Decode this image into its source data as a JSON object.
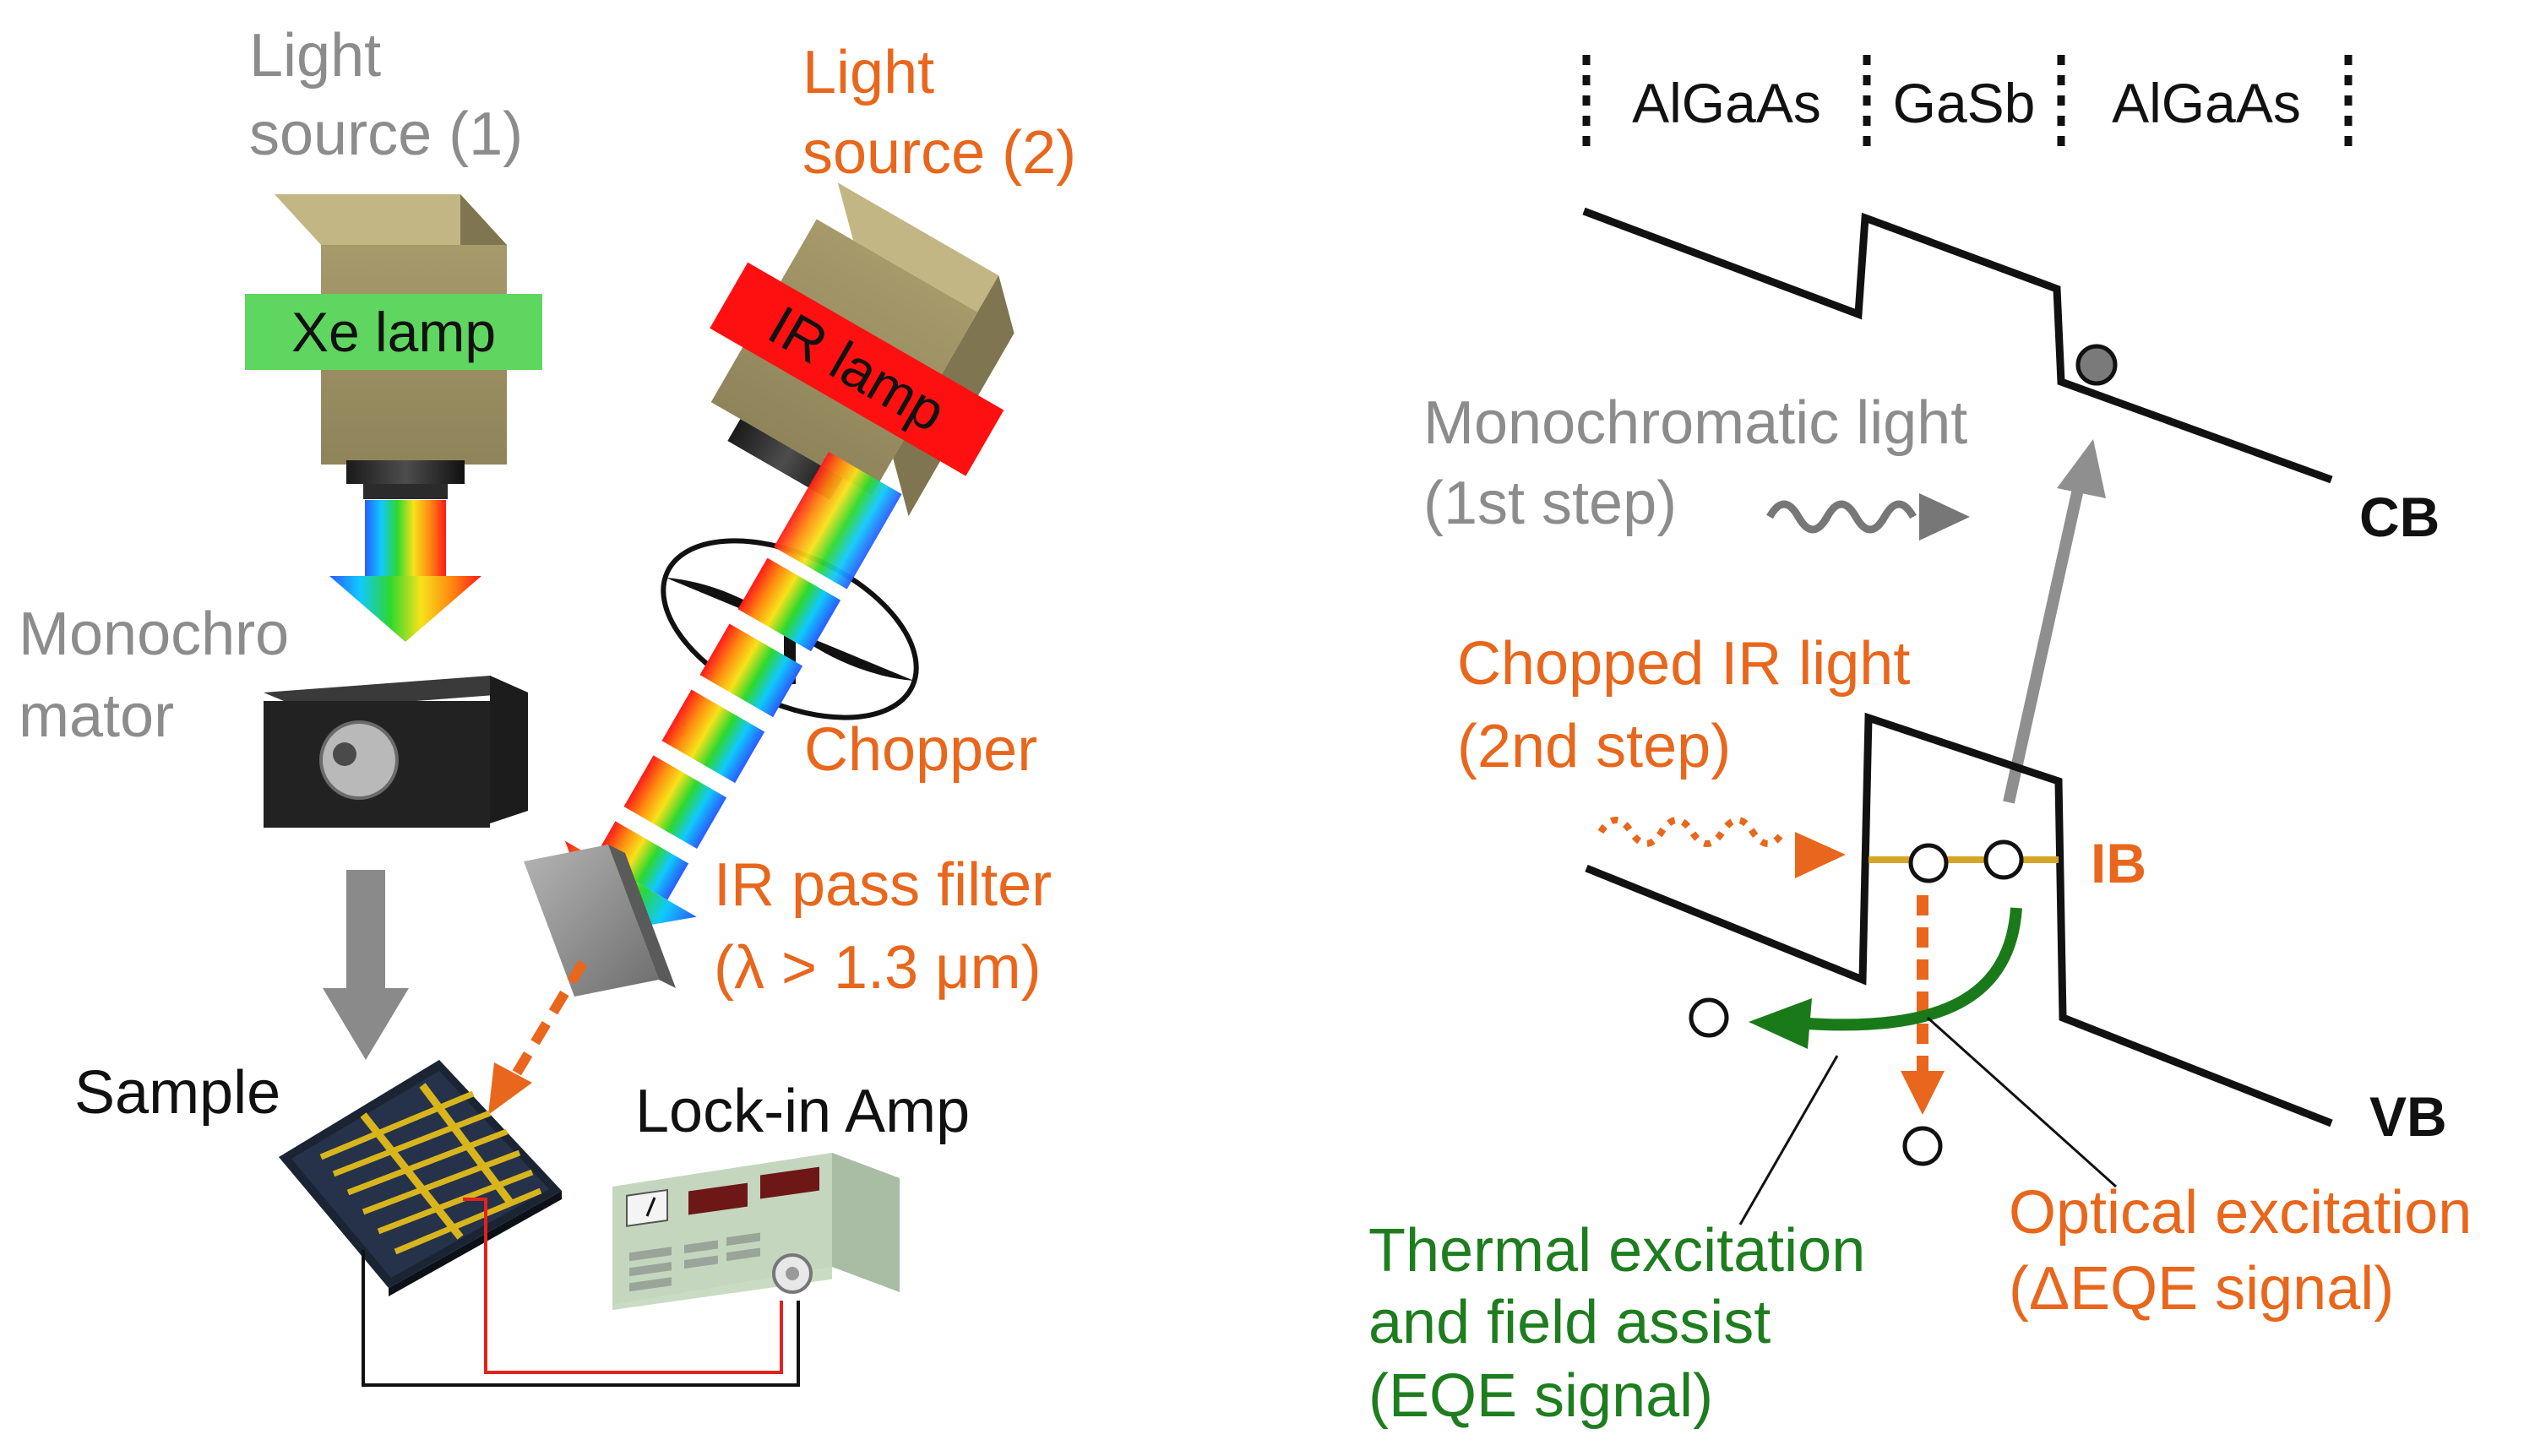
{
  "left_panel": {
    "light_source_1": [
      "Light",
      "source (1)"
    ],
    "light_source_2": [
      "Light",
      "source (2)"
    ],
    "xe_lamp": "Xe lamp",
    "ir_lamp": "IR lamp",
    "monochromator": [
      "Monochro",
      "mator"
    ],
    "chopper": "Chopper",
    "ir_pass_filter": [
      "IR pass filter",
      "(λ > 1.3 μm)"
    ],
    "sample": "Sample",
    "lock_in_amp": "Lock-in Amp"
  },
  "right_panel": {
    "layers": [
      "AlGaAs",
      "GaSb",
      "AlGaAs"
    ],
    "cb": "CB",
    "vb": "VB",
    "ib": "IB",
    "monochromatic_light": [
      "Monochromatic  light",
      "(1st step)"
    ],
    "chopped_ir_light": [
      "Chopped  IR light",
      "(2nd step)"
    ],
    "thermal_excitation": [
      "Thermal excitation",
      "and field assist",
      "(EQE signal)"
    ],
    "optical_excitation": [
      "Optical excitation",
      "(ΔEQE signal)"
    ]
  },
  "colors": {
    "orange": "#e8671c",
    "gray_text": "#8c8c8c",
    "green_text": "#1e7d1e",
    "xe_label_bg": "#5fd65f",
    "ir_label_bg": "#ff1010",
    "lamp_box": "#a89c6e",
    "ib_line": "#d6a526"
  }
}
